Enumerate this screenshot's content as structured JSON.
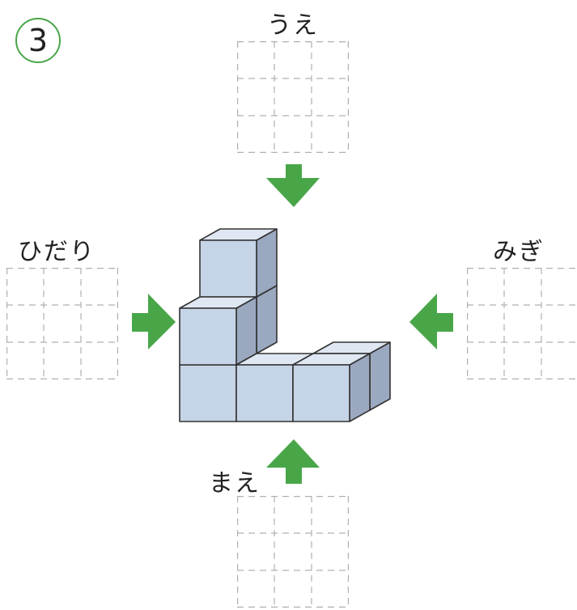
{
  "problem_number": "3",
  "views": {
    "top": "うえ",
    "left": "ひだり",
    "right": "みぎ",
    "front": "まえ"
  },
  "grid": {
    "rows": 3,
    "cols": 3
  },
  "colors": {
    "accent": "#48a648",
    "cube_front": "#c6d4e7",
    "cube_top": "#dfe7f2",
    "cube_side": "#9aa9c0",
    "cube_edge": "#333333",
    "grid_line": "#b0b0b0"
  },
  "cubes": [
    {
      "x": 0,
      "y": 0,
      "z": 0
    },
    {
      "x": 0,
      "y": 0,
      "z": 1
    },
    {
      "x": 0,
      "y": 1,
      "z": 1
    },
    {
      "x": 0,
      "y": 1,
      "z": 2
    },
    {
      "x": 1,
      "y": 0,
      "z": 0
    },
    {
      "x": 2,
      "y": 0,
      "z": 0
    },
    {
      "x": 2,
      "y": 1,
      "z": 0
    }
  ]
}
